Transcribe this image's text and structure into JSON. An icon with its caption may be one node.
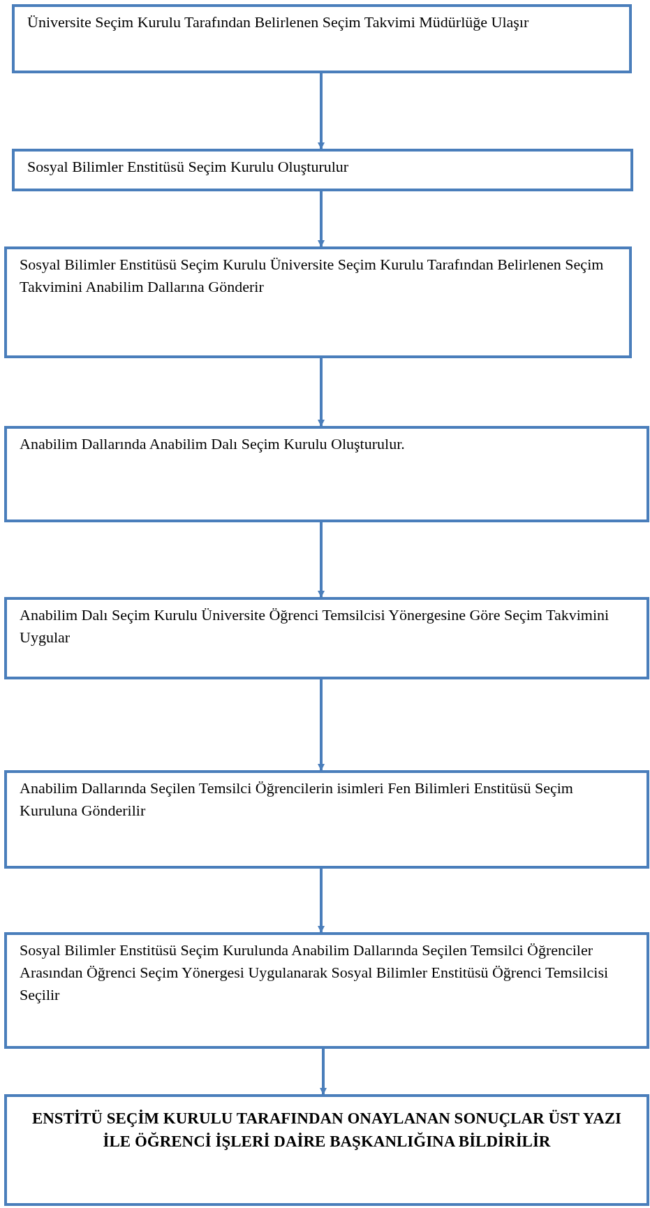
{
  "diagram": {
    "nodes": [
      {
        "text": [
          "Üniversite Seçim Kurulu Tarafından Belirlenen Seçim Takvimi Müdürlüğe Ulaşır"
        ]
      },
      {
        "text": [
          "Sosyal Bilimler Enstitüsü Seçim Kurulu Oluşturulur"
        ]
      },
      {
        "text": [
          "Sosyal Bilimler Enstitüsü Seçim Kurulu Üniversite Seçim Kurulu Tarafından Belirlenen Seçim Takvimini Anabilim Dallarına Gönderir"
        ]
      },
      {
        "text": [
          "Anabilim Dallarında Anabilim Dalı Seçim Kurulu Oluşturulur."
        ]
      },
      {
        "text": [
          "Anabilim Dalı Seçim Kurulu Üniversite Öğrenci Temsilcisi Yönergesine Göre Seçim Takvimini Uygular"
        ]
      },
      {
        "text": [
          "Anabilim Dallarında Seçilen Temsilci Öğrencilerin isimleri Fen Bilimleri Enstitüsü Seçim Kuruluna Gönderilir"
        ]
      },
      {
        "text": [
          "Sosyal Bilimler Enstitüsü Seçim Kurulunda Anabilim Dallarında Seçilen Temsilci Öğrenciler Arasından Öğrenci Seçim Yönergesi Uygulanarak Sosyal Bilimler Enstitüsü Öğrenci Temsilcisi Seçilir"
        ]
      },
      {
        "text": [
          "ENSTİTÜ SEÇİM KURULU TARAFINDAN ONAYLANAN SONUÇLAR ÜST YAZI İLE ÖĞRENCİ İŞLERİ DAİRE BAŞKANLIĞINA BİLDİRİLİR"
        ]
      }
    ],
    "edges": [
      {
        "from": 0,
        "to": 1,
        "arrow": "to"
      },
      {
        "from": 1,
        "to": 2,
        "arrow": "to"
      },
      {
        "from": 2,
        "to": 3,
        "arrow": "to"
      },
      {
        "from": 3,
        "to": 4,
        "arrow": "to"
      },
      {
        "from": 4,
        "to": 5,
        "arrow": "to"
      },
      {
        "from": 5,
        "to": 6,
        "arrow": "to"
      },
      {
        "from": 6,
        "to": 7,
        "arrow": "to"
      }
    ]
  }
}
